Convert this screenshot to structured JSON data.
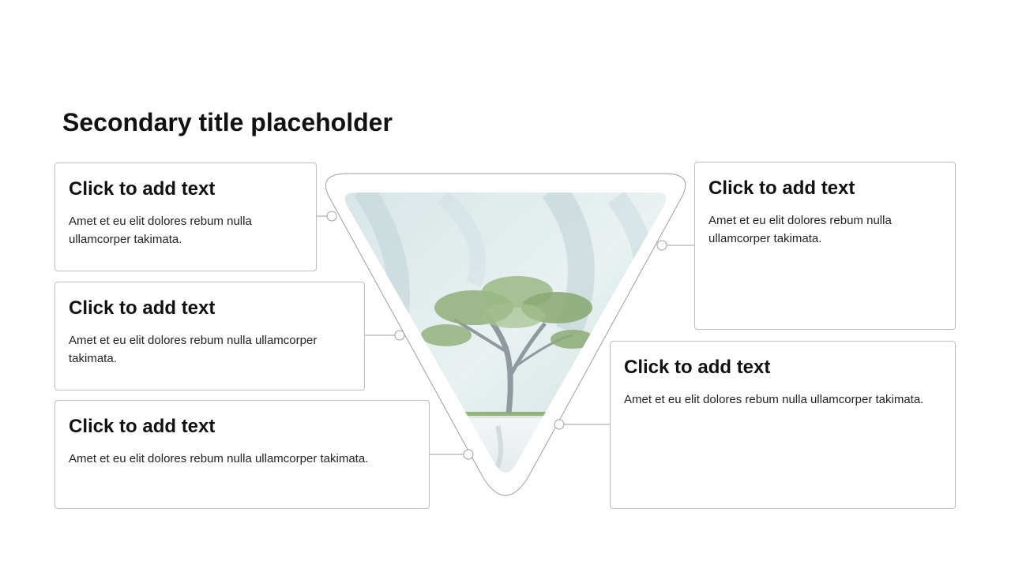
{
  "title": "Secondary title placeholder",
  "cards": [
    {
      "heading": "Click to add text",
      "body": "Amet et eu elit dolores rebum nulla ullamcorper takimata."
    },
    {
      "heading": "Click to add text",
      "body": "Amet et eu elit dolores rebum nulla ullamcorper takimata."
    },
    {
      "heading": "Click to add text",
      "body": "Amet et eu elit dolores rebum nulla ullamcorper takimata."
    },
    {
      "heading": "Click to add text",
      "body": "Amet et eu elit dolores rebum nulla ullamcorper takimata."
    },
    {
      "heading": "Click to add text",
      "body": "Amet et eu elit dolores rebum nulla ullamcorper takimata."
    }
  ],
  "image": {
    "name": "tree-in-triangle-photo"
  },
  "colors": {
    "border": "#bdbdbd",
    "text": "#111111",
    "background": "#ffffff"
  }
}
